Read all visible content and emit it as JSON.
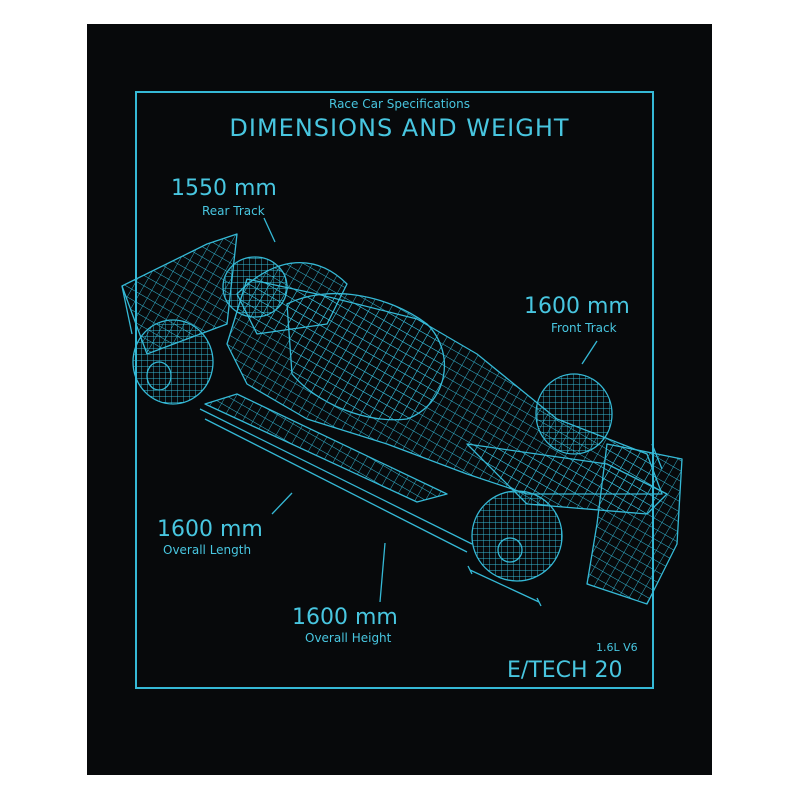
{
  "header": {
    "subtitle": "Race Car Specifications",
    "title": "DIMENSIONS AND WEIGHT"
  },
  "specs": {
    "rear_track": {
      "value": "1550 mm",
      "label": "Rear Track"
    },
    "front_track": {
      "value": "1600 mm",
      "label": "Front Track"
    },
    "overall_length": {
      "value": "1600 mm",
      "label": "Overall Length"
    },
    "overall_height": {
      "value": "1600 mm",
      "label": "Overall Height"
    }
  },
  "footer": {
    "engine": "1.6L V6",
    "model": "E/TECH 20"
  },
  "colors": {
    "background": "#07090b",
    "accent": "#35b9d6"
  }
}
